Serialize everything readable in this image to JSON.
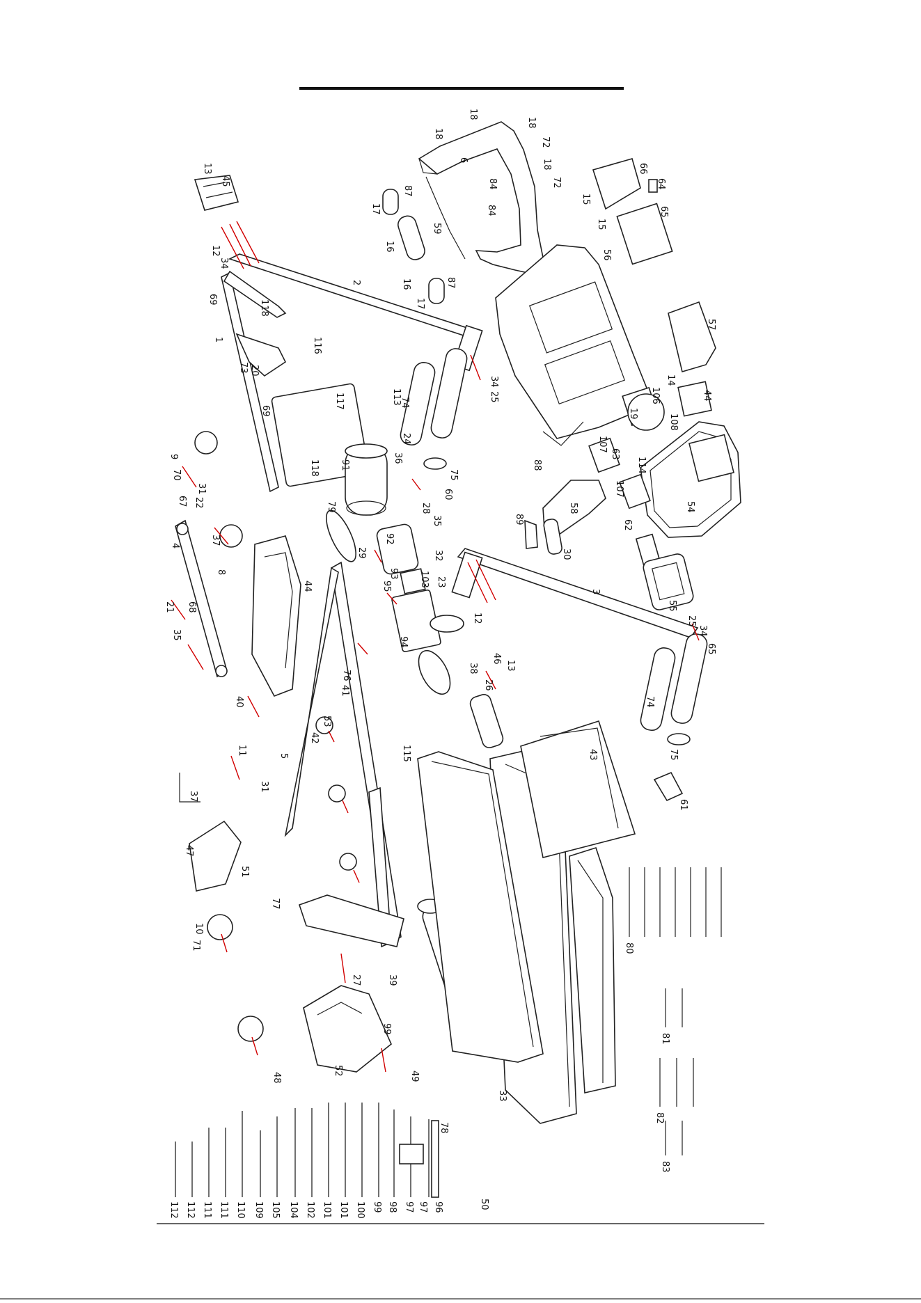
{
  "diagram": {
    "callouts": [
      {
        "id": "c1",
        "text": "18"
      },
      {
        "id": "c2",
        "text": "18"
      },
      {
        "id": "c3",
        "text": "18"
      },
      {
        "id": "c4",
        "text": "72"
      },
      {
        "id": "c5",
        "text": "18"
      },
      {
        "id": "c6",
        "text": "72"
      },
      {
        "id": "c7",
        "text": "84"
      },
      {
        "id": "c8",
        "text": "84"
      },
      {
        "id": "c9",
        "text": "6"
      },
      {
        "id": "c10",
        "text": "87"
      },
      {
        "id": "c11",
        "text": "87"
      },
      {
        "id": "c12",
        "text": "17"
      },
      {
        "id": "c13",
        "text": "17"
      },
      {
        "id": "c14",
        "text": "59"
      },
      {
        "id": "c15",
        "text": "16"
      },
      {
        "id": "c16",
        "text": "16"
      },
      {
        "id": "c17",
        "text": "13"
      },
      {
        "id": "c18",
        "text": "45"
      },
      {
        "id": "c19",
        "text": "12"
      },
      {
        "id": "c20",
        "text": "34"
      },
      {
        "id": "c21",
        "text": "2"
      },
      {
        "id": "c22",
        "text": "69"
      },
      {
        "id": "c23",
        "text": "118"
      },
      {
        "id": "c24",
        "text": "116"
      },
      {
        "id": "c25",
        "text": "20"
      },
      {
        "id": "c26",
        "text": "73"
      },
      {
        "id": "c27",
        "text": "69"
      },
      {
        "id": "c28",
        "text": "1"
      },
      {
        "id": "c29",
        "text": "113"
      },
      {
        "id": "c30",
        "text": "74"
      },
      {
        "id": "c31",
        "text": "34"
      },
      {
        "id": "c32",
        "text": "25"
      },
      {
        "id": "c33",
        "text": "56"
      },
      {
        "id": "c34",
        "text": "66"
      },
      {
        "id": "c35",
        "text": "64"
      },
      {
        "id": "c36",
        "text": "65"
      },
      {
        "id": "c37",
        "text": "15"
      },
      {
        "id": "c38",
        "text": "15"
      },
      {
        "id": "c39",
        "text": "57"
      },
      {
        "id": "c40",
        "text": "14"
      },
      {
        "id": "c41",
        "text": "44"
      },
      {
        "id": "c42",
        "text": "108"
      },
      {
        "id": "c43",
        "text": "106"
      },
      {
        "id": "c44",
        "text": "19"
      },
      {
        "id": "c45",
        "text": "107"
      },
      {
        "id": "c46",
        "text": "63"
      },
      {
        "id": "c47",
        "text": "114"
      },
      {
        "id": "c48",
        "text": "117"
      },
      {
        "id": "c49",
        "text": "118"
      },
      {
        "id": "c50",
        "text": "91"
      },
      {
        "id": "c51",
        "text": "24"
      },
      {
        "id": "c52",
        "text": "36"
      },
      {
        "id": "c53",
        "text": "75"
      },
      {
        "id": "c54",
        "text": "60"
      },
      {
        "id": "c55",
        "text": "88"
      },
      {
        "id": "c56",
        "text": "58"
      },
      {
        "id": "c57",
        "text": "107"
      },
      {
        "id": "c58",
        "text": "54"
      },
      {
        "id": "c59",
        "text": "89"
      },
      {
        "id": "c60",
        "text": "30"
      },
      {
        "id": "c61",
        "text": "62"
      },
      {
        "id": "c62",
        "text": "55"
      },
      {
        "id": "c63",
        "text": "79"
      },
      {
        "id": "c64",
        "text": "28"
      },
      {
        "id": "c65",
        "text": "35"
      },
      {
        "id": "c66",
        "text": "92"
      },
      {
        "id": "c67",
        "text": "32"
      },
      {
        "id": "c68",
        "text": "29"
      },
      {
        "id": "c69",
        "text": "93"
      },
      {
        "id": "c70",
        "text": "95"
      },
      {
        "id": "c71",
        "text": "103"
      },
      {
        "id": "c72",
        "text": "23"
      },
      {
        "id": "c73",
        "text": "3"
      },
      {
        "id": "c74",
        "text": "12"
      },
      {
        "id": "c75",
        "text": "46"
      },
      {
        "id": "c76",
        "text": "13"
      },
      {
        "id": "c77",
        "text": "25"
      },
      {
        "id": "c78",
        "text": "34"
      },
      {
        "id": "c79",
        "text": "65"
      },
      {
        "id": "c80",
        "text": "9"
      },
      {
        "id": "c81",
        "text": "70"
      },
      {
        "id": "c82",
        "text": "31"
      },
      {
        "id": "c83",
        "text": "22"
      },
      {
        "id": "c84",
        "text": "67"
      },
      {
        "id": "c85",
        "text": "4"
      },
      {
        "id": "c86",
        "text": "37"
      },
      {
        "id": "c87",
        "text": "8"
      },
      {
        "id": "c88",
        "text": "21"
      },
      {
        "id": "c89",
        "text": "68"
      },
      {
        "id": "c90",
        "text": "35"
      },
      {
        "id": "c91",
        "text": "44"
      },
      {
        "id": "c92",
        "text": "76"
      },
      {
        "id": "c93",
        "text": "41"
      },
      {
        "id": "c94",
        "text": "38"
      },
      {
        "id": "c95",
        "text": "26"
      },
      {
        "id": "c96",
        "text": "94"
      },
      {
        "id": "c97",
        "text": "11"
      },
      {
        "id": "c98",
        "text": "40"
      },
      {
        "id": "c99",
        "text": "31"
      },
      {
        "id": "c100",
        "text": "53"
      },
      {
        "id": "c101",
        "text": "42"
      },
      {
        "id": "c102",
        "text": "115"
      },
      {
        "id": "c103",
        "text": "43"
      },
      {
        "id": "c104",
        "text": "74"
      },
      {
        "id": "c105",
        "text": "75"
      },
      {
        "id": "c106",
        "text": "61"
      },
      {
        "id": "c107",
        "text": "39"
      },
      {
        "id": "c108",
        "text": "5"
      },
      {
        "id": "c109",
        "text": "37"
      },
      {
        "id": "c110",
        "text": "47"
      },
      {
        "id": "c111",
        "text": "51"
      },
      {
        "id": "c112",
        "text": "10"
      },
      {
        "id": "c113",
        "text": "71"
      },
      {
        "id": "c114",
        "text": "77"
      },
      {
        "id": "c115",
        "text": "27"
      },
      {
        "id": "c116",
        "text": "99"
      },
      {
        "id": "c117",
        "text": "48"
      },
      {
        "id": "c118",
        "text": "52"
      },
      {
        "id": "c119",
        "text": "49"
      },
      {
        "id": "c120",
        "text": "78"
      },
      {
        "id": "c121",
        "text": "50"
      },
      {
        "id": "c122",
        "text": "33"
      },
      {
        "id": "c123",
        "text": "80"
      },
      {
        "id": "c124",
        "text": "81"
      },
      {
        "id": "c125",
        "text": "82"
      },
      {
        "id": "c126",
        "text": "83"
      },
      {
        "id": "c127",
        "text": "112"
      },
      {
        "id": "c128",
        "text": "112"
      },
      {
        "id": "c129",
        "text": "111"
      },
      {
        "id": "c130",
        "text": "111"
      },
      {
        "id": "c131",
        "text": "110"
      },
      {
        "id": "c132",
        "text": "109"
      },
      {
        "id": "c133",
        "text": "105"
      },
      {
        "id": "c134",
        "text": "104"
      },
      {
        "id": "c135",
        "text": "102"
      },
      {
        "id": "c136",
        "text": "101"
      },
      {
        "id": "c137",
        "text": "101"
      },
      {
        "id": "c138",
        "text": "100"
      },
      {
        "id": "c139",
        "text": "99"
      },
      {
        "id": "c140",
        "text": "98"
      },
      {
        "id": "c141",
        "text": "97"
      },
      {
        "id": "c142",
        "text": "97"
      },
      {
        "id": "c143",
        "text": "96"
      }
    ]
  }
}
